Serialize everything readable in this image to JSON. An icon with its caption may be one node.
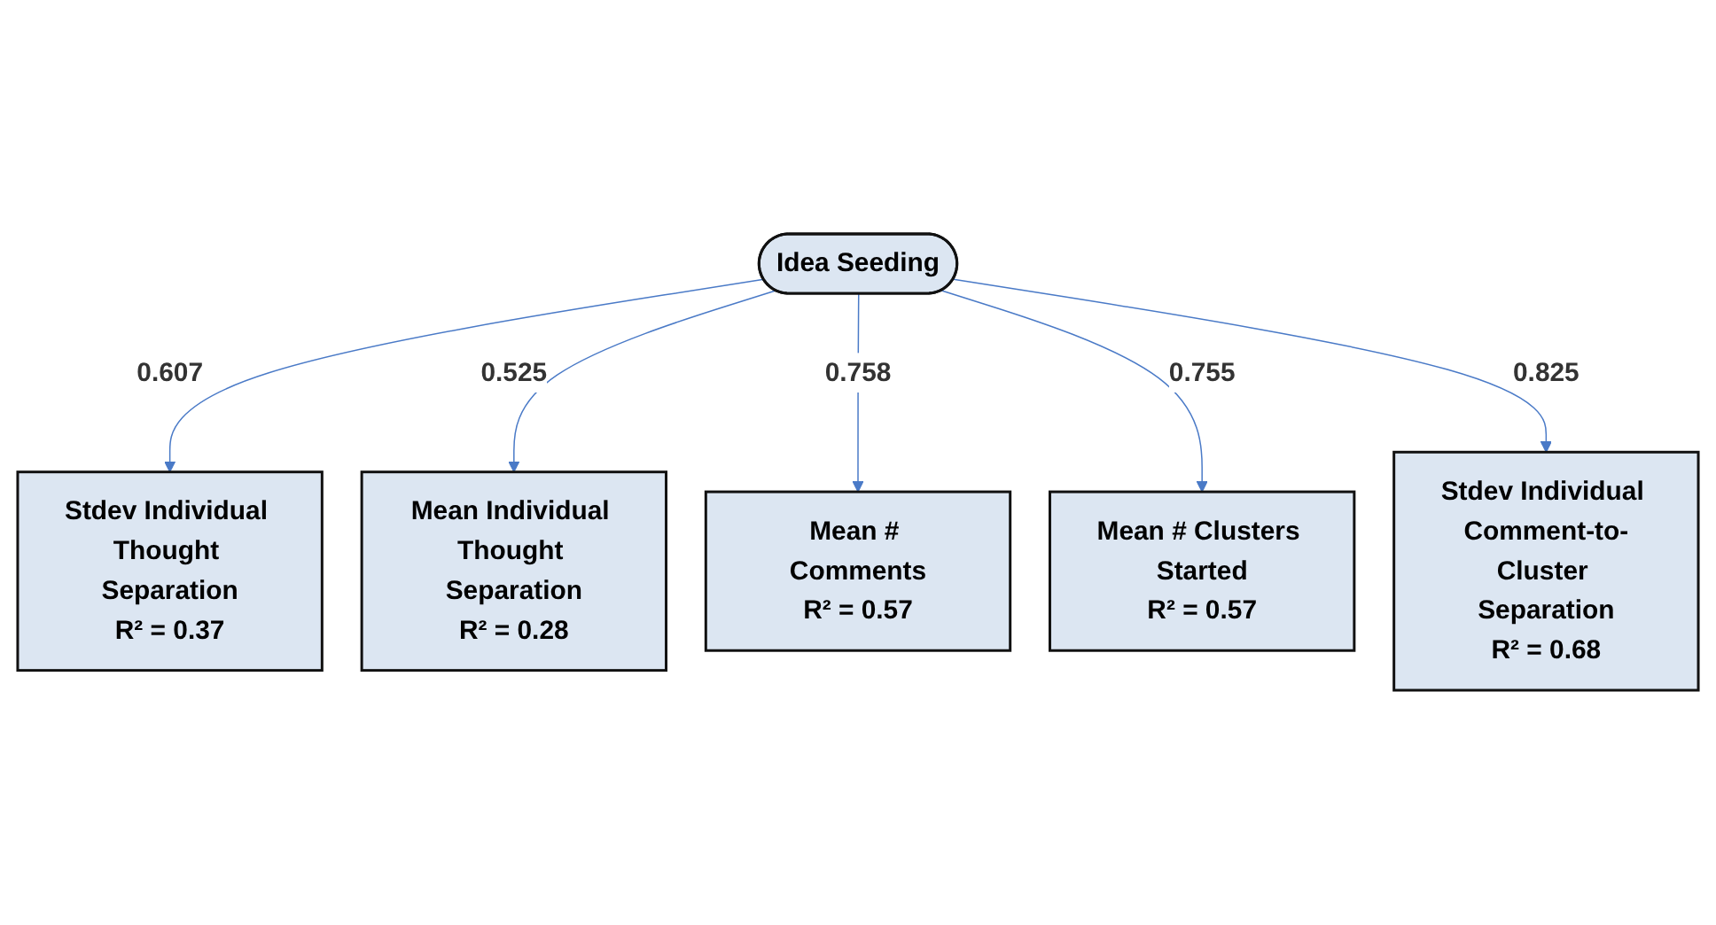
{
  "diagram": {
    "nodes": [
      {
        "text": [
          "Idea Seeding"
        ]
      },
      {
        "text": [
          "Stdev Individual Thought Separation",
          "R² = 0.37"
        ]
      },
      {
        "text": [
          "Mean Individual Thought Separation",
          "R² = 0.28"
        ]
      },
      {
        "text": [
          "Mean # Comments",
          "R² = 0.57"
        ]
      },
      {
        "text": [
          "Mean # Clusters Started",
          "R² = 0.57"
        ]
      },
      {
        "text": [
          "Stdev Individual Comment-to-Cluster Separation",
          "R² = 0.68"
        ]
      }
    ],
    "edges": [
      {
        "from": 0,
        "to": 1,
        "arrow": "to",
        "label": "0.607"
      },
      {
        "from": 0,
        "to": 2,
        "arrow": "to",
        "label": "0.525"
      },
      {
        "from": 0,
        "to": 3,
        "arrow": "to",
        "label": "0.758"
      },
      {
        "from": 0,
        "to": 4,
        "arrow": "to",
        "label": "0.755"
      },
      {
        "from": 0,
        "to": 5,
        "arrow": "to",
        "label": "0.825"
      }
    ]
  }
}
